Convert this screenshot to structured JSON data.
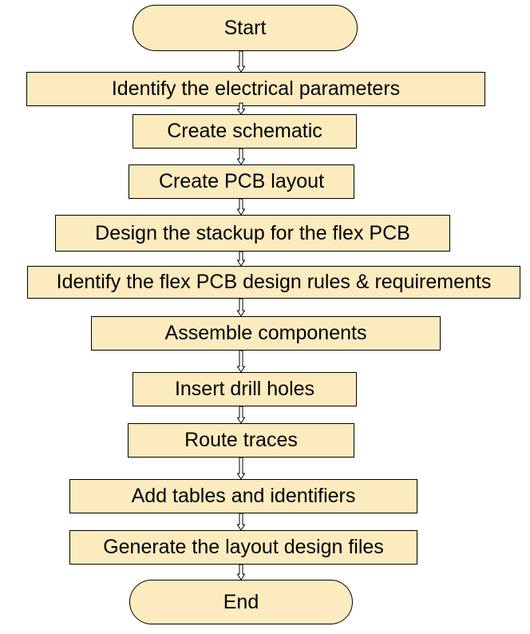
{
  "colors": {
    "node_fill": "#fbebbe",
    "stroke": "#000000",
    "text": "#000000",
    "background": "#ffffff"
  },
  "flowchart": {
    "nodes": [
      {
        "id": "start",
        "shape": "terminal",
        "label": "Start"
      },
      {
        "id": "identify-electrical-parameters",
        "shape": "process",
        "label": "Identify the electrical parameters"
      },
      {
        "id": "create-schematic",
        "shape": "process",
        "label": "Create schematic"
      },
      {
        "id": "create-pcb-layout",
        "shape": "process",
        "label": "Create PCB layout"
      },
      {
        "id": "design-stackup",
        "shape": "process",
        "label": "Design the stackup for the flex PCB"
      },
      {
        "id": "identify-design-rules",
        "shape": "process",
        "label": "Identify the flex PCB design rules & requirements"
      },
      {
        "id": "assemble-components",
        "shape": "process",
        "label": "Assemble components"
      },
      {
        "id": "insert-drill-holes",
        "shape": "process",
        "label": "Insert drill holes"
      },
      {
        "id": "route-traces",
        "shape": "process",
        "label": "Route traces"
      },
      {
        "id": "add-tables-identifiers",
        "shape": "process",
        "label": "Add tables and identifiers"
      },
      {
        "id": "generate-layout-files",
        "shape": "process",
        "label": "Generate the layout design files"
      },
      {
        "id": "end",
        "shape": "terminal",
        "label": "End"
      }
    ],
    "edges": [
      {
        "from": "start",
        "to": "identify-electrical-parameters"
      },
      {
        "from": "identify-electrical-parameters",
        "to": "create-schematic"
      },
      {
        "from": "create-schematic",
        "to": "create-pcb-layout"
      },
      {
        "from": "create-pcb-layout",
        "to": "design-stackup"
      },
      {
        "from": "design-stackup",
        "to": "identify-design-rules"
      },
      {
        "from": "identify-design-rules",
        "to": "assemble-components"
      },
      {
        "from": "assemble-components",
        "to": "insert-drill-holes"
      },
      {
        "from": "insert-drill-holes",
        "to": "route-traces"
      },
      {
        "from": "route-traces",
        "to": "add-tables-identifiers"
      },
      {
        "from": "add-tables-identifiers",
        "to": "generate-layout-files"
      },
      {
        "from": "generate-layout-files",
        "to": "end"
      }
    ]
  }
}
